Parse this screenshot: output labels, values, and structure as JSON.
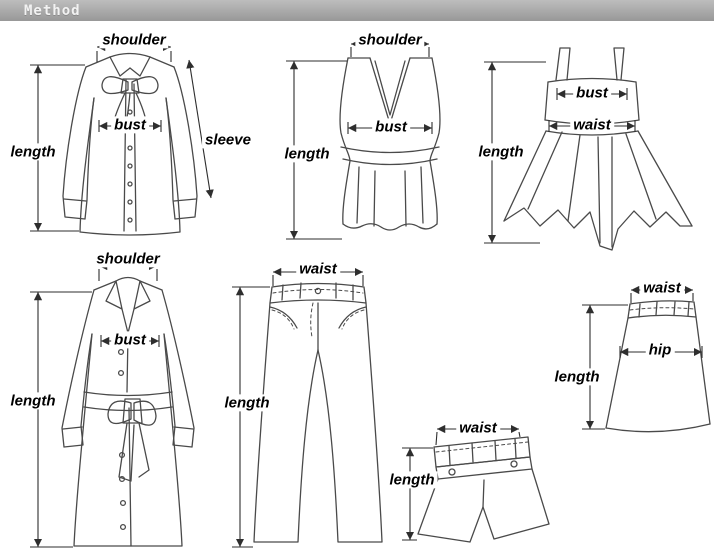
{
  "header": {
    "title": "Method"
  },
  "labels": {
    "blouse": {
      "shoulder": "shoulder",
      "bust": "bust",
      "sleeve": "sleeve",
      "length": "length"
    },
    "vest": {
      "shoulder": "shoulder",
      "bust": "bust",
      "length": "length"
    },
    "dress": {
      "bust": "bust",
      "waist": "waist",
      "length": "length"
    },
    "coat": {
      "shoulder": "shoulder",
      "bust": "bust",
      "length": "length"
    },
    "pants": {
      "waist": "waist",
      "length": "length"
    },
    "shorts": {
      "waist": "waist",
      "length": "length"
    },
    "skirt": {
      "waist": "waist",
      "hip": "hip",
      "length": "length"
    }
  },
  "colors": {
    "line": "#4a4a4a",
    "dimension_line": "#2e2e2e",
    "label_text": "#000000",
    "header_background": "#a6a6a6",
    "header_text": "#f2f2f2",
    "background": "#ffffff"
  }
}
